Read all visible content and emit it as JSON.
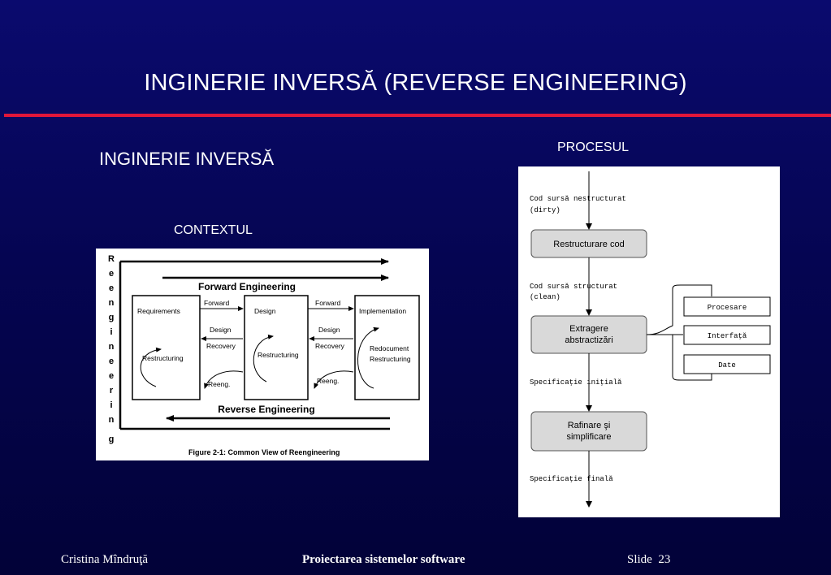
{
  "slide": {
    "title": "INGINERIE INVERSĂ (REVERSE ENGINEERING)",
    "subtitle": "INGINERIE INVERSĂ",
    "left_caption": "CONTEXTUL",
    "right_caption": "PROCESUL",
    "colors": {
      "accent_line": "#e0163a",
      "background": "#050552"
    }
  },
  "context_figure": {
    "vertical_letters": [
      "R",
      "e",
      "e",
      "n",
      "g",
      "i",
      "n",
      "e",
      "e",
      "r",
      "i",
      "n",
      "g"
    ],
    "forward_engineering": "Forward Engineering",
    "reverse_engineering": "Reverse Engineering",
    "boxes": {
      "requirements": "Requirements",
      "design": "Design",
      "implementation": "Implementation"
    },
    "forward": "Forward",
    "design_recovery_1": "Design",
    "design_recovery_2": "Recovery",
    "restructuring": "Restructuring",
    "reeng": "Reeng.",
    "redocument": "Redocument",
    "caption": "Figure 2-1:  Common View of Reengineering"
  },
  "process_figure": {
    "source_unstructured_1": "Cod sursă nestructurat",
    "source_unstructured_2": "(dirty)",
    "restructure": "Restructurare cod",
    "source_structured_1": "Cod sursă structurat",
    "source_structured_2": "(clean)",
    "extract_1": "Extragere",
    "extract_2": "abstractizări",
    "side_items": [
      "Procesare",
      "Interfaţă",
      "Date"
    ],
    "initial_spec": "Specificaţie iniţială",
    "refine_1": "Rafinare şi",
    "refine_2": "simplificare",
    "final_spec": "Specificaţie finală"
  },
  "footer": {
    "author": "Cristina Mîndruţă",
    "course": "Proiectarea sistemelor software",
    "slide_label": "Slide",
    "slide_number": "23"
  }
}
